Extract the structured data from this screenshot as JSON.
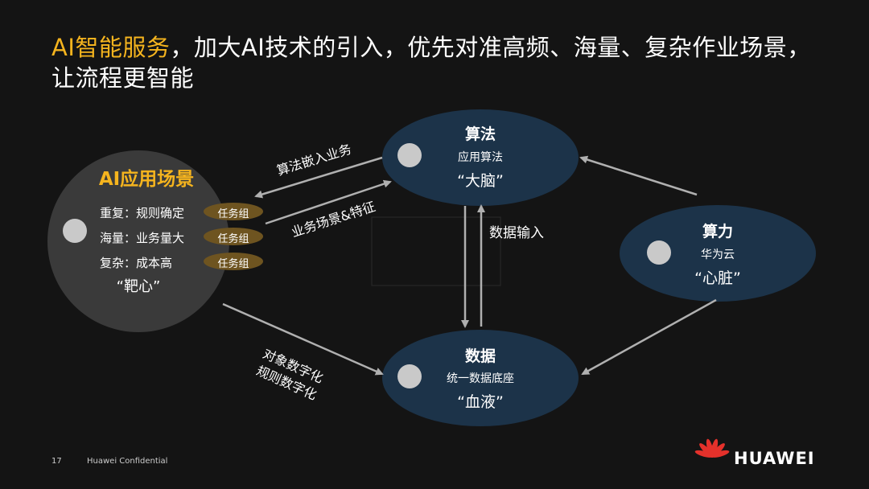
{
  "title": {
    "highlight": "AI智能服务",
    "rest_line1": "，加大AI技术的引入，优先对准高频、海量、复杂作业场景，",
    "line2": "让流程更智能"
  },
  "nodes": {
    "ai_scene": {
      "title": "AI应用场景",
      "items": [
        {
          "label": "重复：规则确定",
          "tag": "任务组"
        },
        {
          "label": "海量：业务量大",
          "tag": "任务组"
        },
        {
          "label": "复杂：成本高",
          "tag": "任务组"
        }
      ],
      "nickname": "“靶心”"
    },
    "algorithm": {
      "title": "算法",
      "subtitle": "应用算法",
      "nickname": "“大脑”"
    },
    "compute": {
      "title": "算力",
      "subtitle": "华为云",
      "nickname": "“心脏”"
    },
    "data": {
      "title": "数据",
      "subtitle": "统一数据底座",
      "nickname": "“血液”"
    }
  },
  "edges": {
    "algo_to_scene": "算法嵌入业务",
    "scene_to_algo": "业务场景&特征",
    "data_to_algo": "数据输入",
    "scene_to_data_line1": "对象数字化",
    "scene_to_data_line2": "规则数字化"
  },
  "footer": {
    "page_number": "17",
    "confidentiality": "Huawei Confidential",
    "brand": "HUAWEI"
  },
  "colors": {
    "highlight": "#f5b41e",
    "node_fill": "#1c3349",
    "scene_fill": "#3a3a3a",
    "tag_fill": "#6e5420",
    "arrow": "#b0b0b0",
    "logo_red": "#e4312b"
  }
}
